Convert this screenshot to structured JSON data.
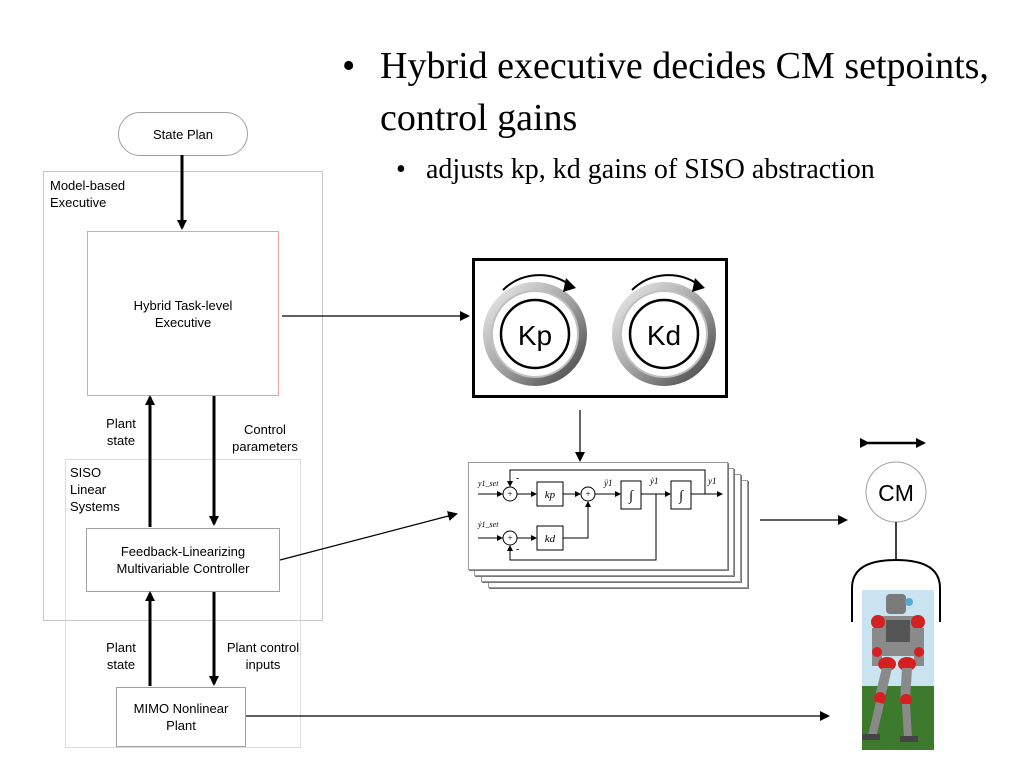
{
  "bullets": {
    "level1": "Hybrid executive decides CM setpoints, control gains",
    "level2": "adjusts kp, kd gains of SISO abstraction"
  },
  "diagram": {
    "state_plan": "State Plan",
    "model_based_executive": "Model-based Executive",
    "hybrid_executive": "Hybrid Task-level Executive",
    "plant_state_upper": "Plant state",
    "control_parameters": "Control parameters",
    "siso_linear_systems": "SISO Linear Systems",
    "feedback_controller": "Feedback-Linearizing Multivariable Controller",
    "plant_state_lower": "Plant state",
    "plant_control_inputs": "Plant control inputs",
    "mimo_plant": "MIMO Nonlinear Plant"
  },
  "knobs": {
    "kp": "Kp",
    "kd": "Kd"
  },
  "siso_block": {
    "y1_set": "y1_set",
    "y1dot_set": "ẏ1_set",
    "kp": "kp",
    "kd": "kd",
    "y1ddot": "ÿ1",
    "y1dot": "ẏ1",
    "y1": "y1",
    "integral": "∫",
    "plus": "+",
    "minus": "-"
  },
  "cm": {
    "label": "CM",
    "arrow_icon": "double-headed-arrow-icon"
  },
  "colors": {
    "executive_border": "#e8a0a0",
    "frame_border": "#b0b0b0",
    "robot_red": "#d42020",
    "ground_green": "#3d7a2e"
  }
}
